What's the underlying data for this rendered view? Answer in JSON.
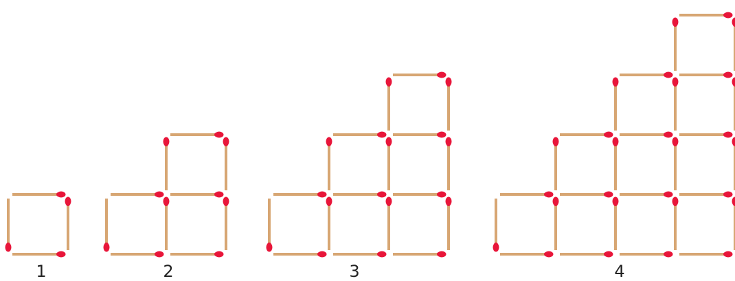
{
  "figures": [
    {
      "label": "1",
      "stages": 1
    },
    {
      "label": "2",
      "stages": 2
    },
    {
      "label": "3",
      "stages": 3
    },
    {
      "label": "4",
      "stages": 4
    }
  ],
  "colors": {
    "stick": "#d7a673",
    "head": "#e8163a",
    "background": "#ffffff",
    "label": "#222222"
  },
  "icons": {
    "matchstick": "matchstick-icon"
  }
}
